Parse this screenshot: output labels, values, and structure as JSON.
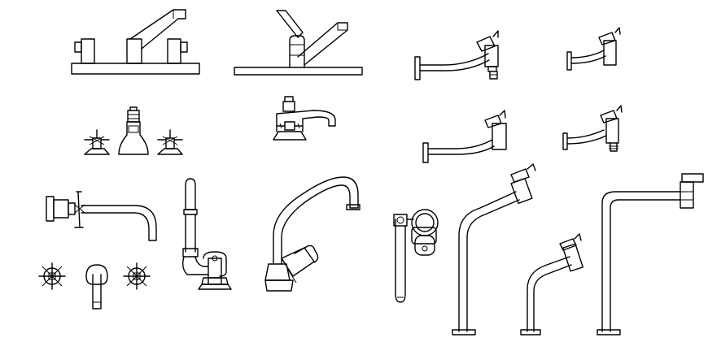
{
  "drawing": {
    "background": "#ffffff",
    "stroke_color": "#000000",
    "fixtures": [
      {
        "id": "deck-mixer-two-handle",
        "icon": "faucet-icon"
      },
      {
        "id": "deck-mixer-single-lever",
        "icon": "faucet-icon"
      },
      {
        "id": "wall-mixer-lever-a",
        "icon": "faucet-icon"
      },
      {
        "id": "wall-mixer-lever-b",
        "icon": "faucet-icon"
      },
      {
        "id": "basin-set-cross-handles",
        "icon": "faucet-icon"
      },
      {
        "id": "basin-mixer-lever",
        "icon": "faucet-icon"
      },
      {
        "id": "wall-mixer-lever-c",
        "icon": "faucet-icon"
      },
      {
        "id": "wall-mixer-lever-d",
        "icon": "faucet-icon"
      },
      {
        "id": "wall-spout-cross-valve",
        "icon": "faucet-icon"
      },
      {
        "id": "pillar-tap-tall",
        "icon": "faucet-icon"
      },
      {
        "id": "gooseneck-kitchen-tap",
        "icon": "faucet-icon"
      },
      {
        "id": "wall-hand-shower",
        "icon": "faucet-icon"
      },
      {
        "id": "tall-gooseneck-lever",
        "icon": "faucet-icon"
      },
      {
        "id": "short-gooseneck-lever",
        "icon": "faucet-icon"
      },
      {
        "id": "tall-l-spout-lever",
        "icon": "faucet-icon"
      },
      {
        "id": "wall-set-cross-handles",
        "icon": "faucet-icon"
      }
    ]
  }
}
